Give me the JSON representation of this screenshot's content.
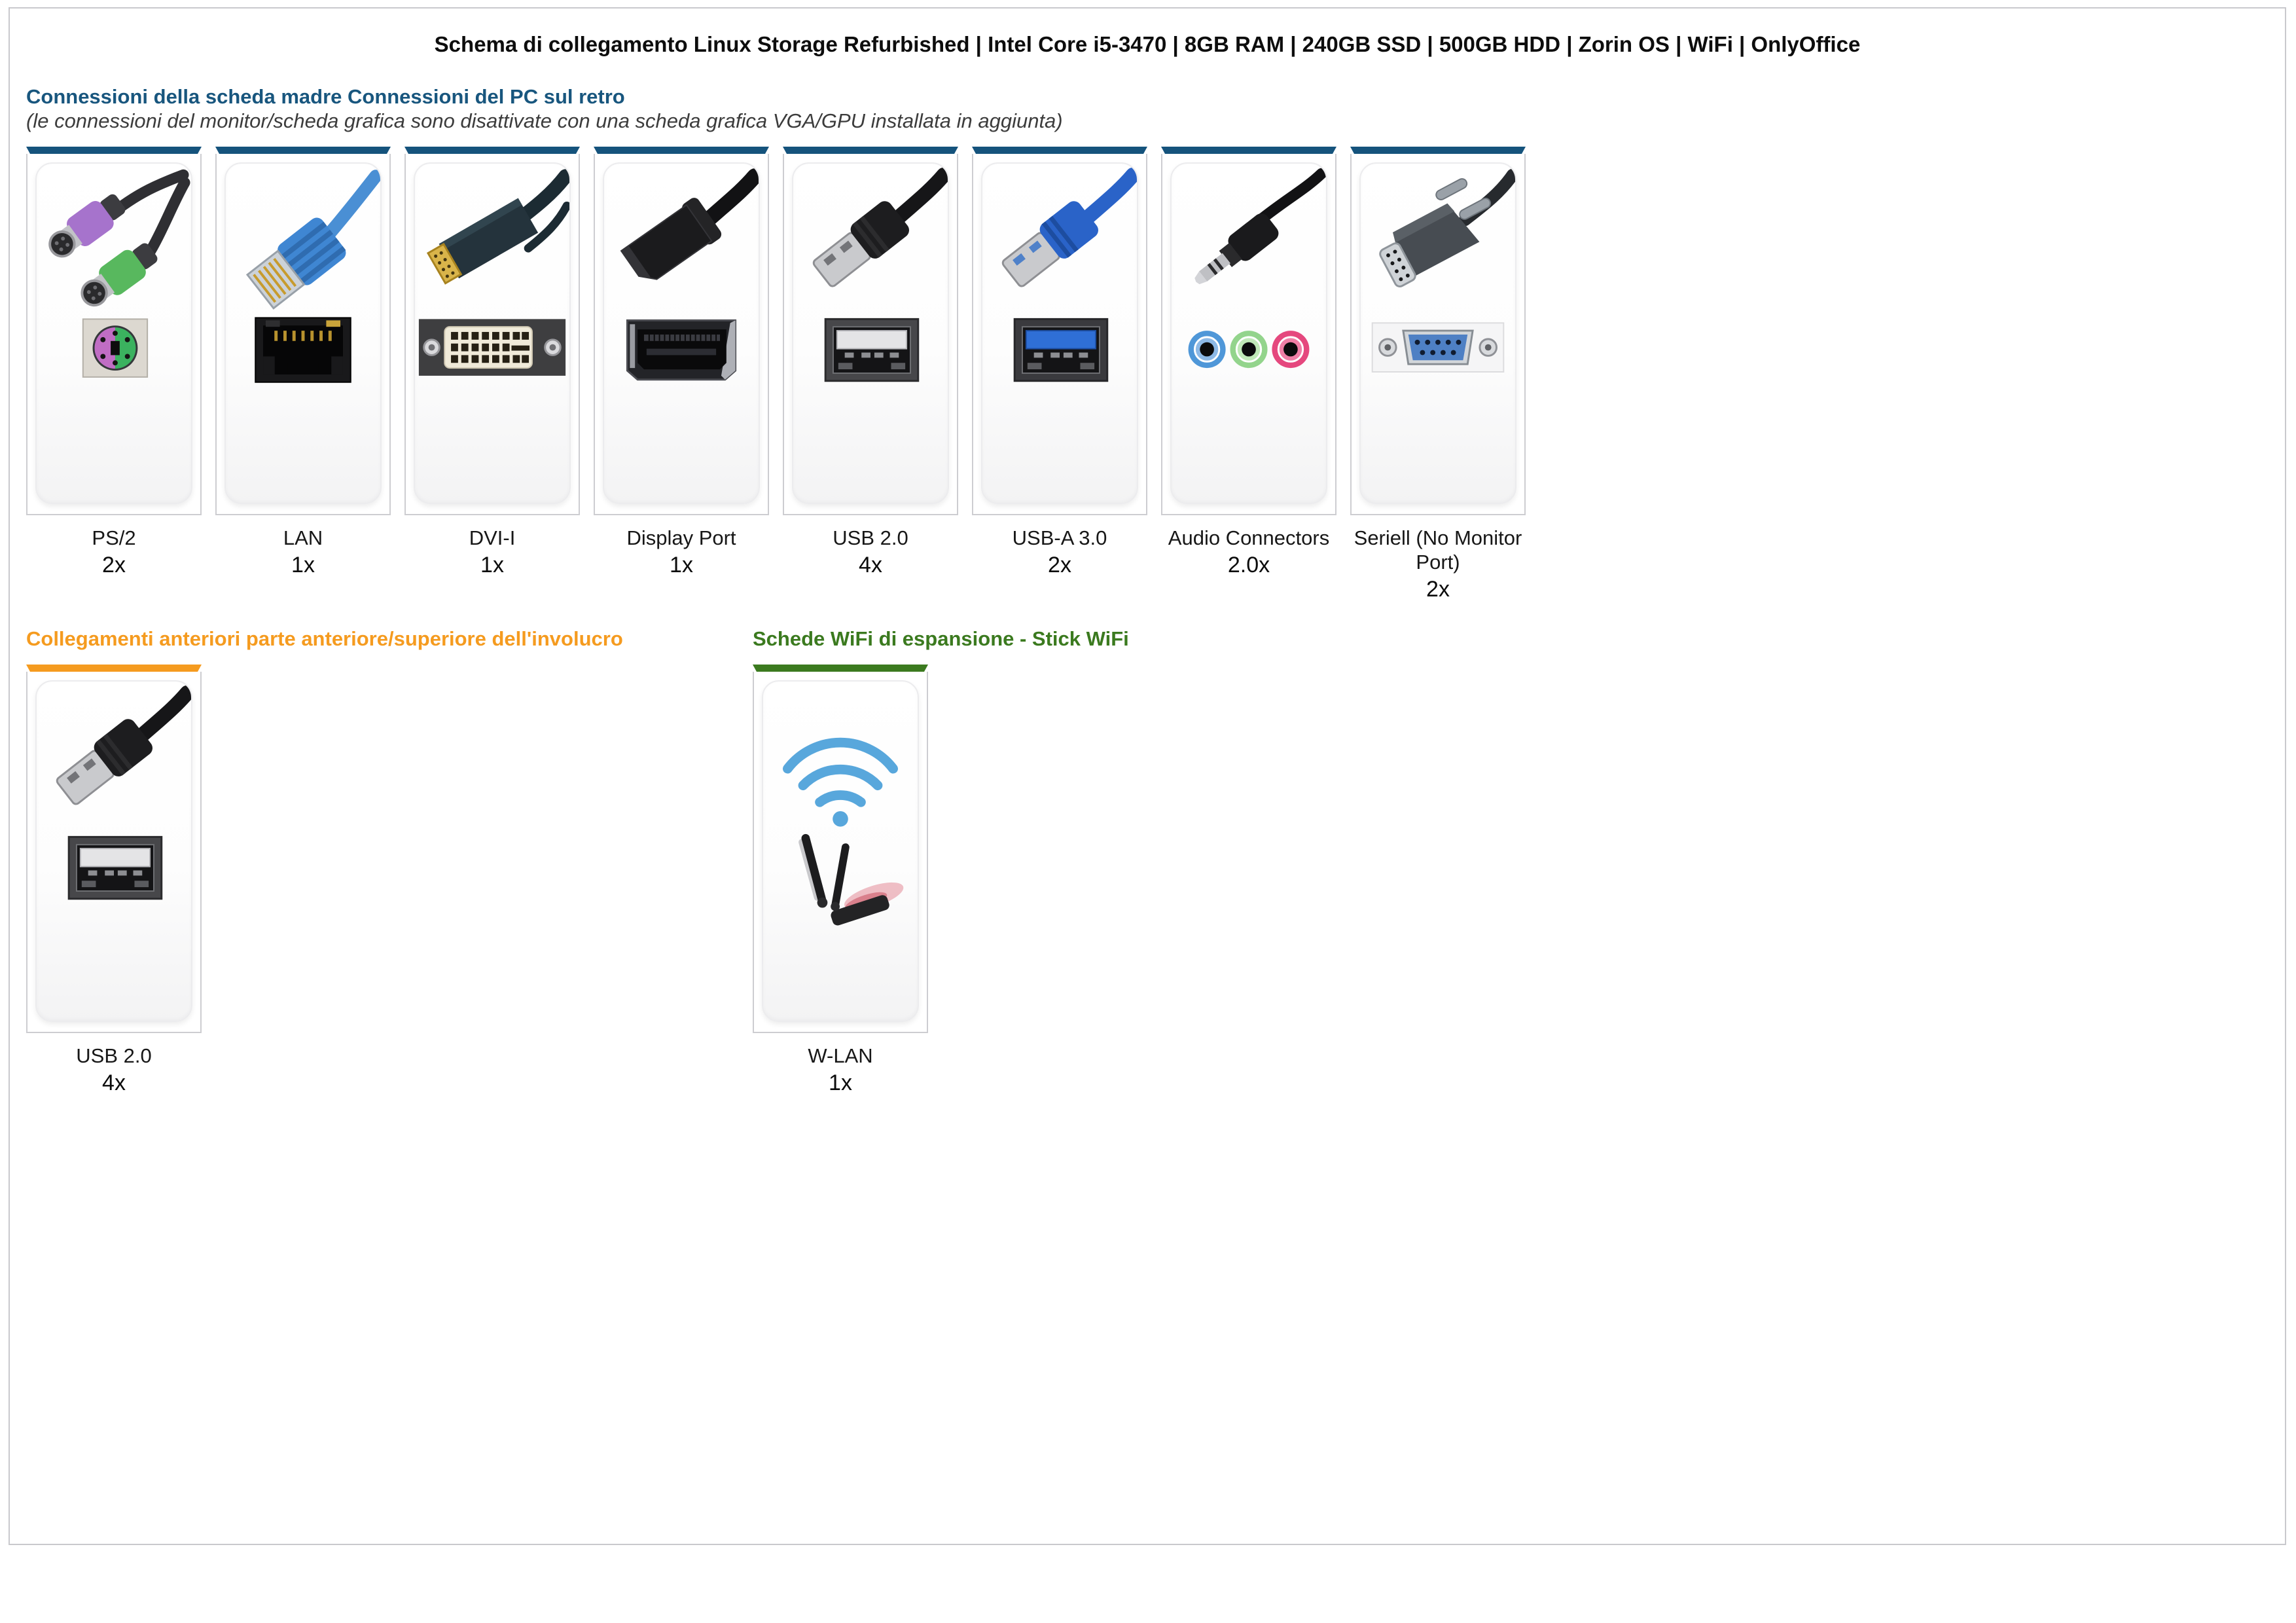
{
  "page": {
    "title": "Schema di collegamento Linux Storage Refurbished | Intel Core i5-3470 | 8GB RAM | 240GB SSD | 500GB HDD | Zorin OS | WiFi | OnlyOffice"
  },
  "colors": {
    "rear_accent": "#15537c",
    "front_accent": "#f59b1f",
    "wifi_accent": "#3b7a1f",
    "note_text": "#3c3c3c",
    "card_border": "#cdcdd1",
    "audio_jack_blue": "#4f97d8",
    "audio_jack_green": "#93d48c",
    "audio_jack_pink": "#e5487e",
    "wifi_icon_blue": "#58a7dc"
  },
  "sections": {
    "rear": {
      "heading": "Connessioni della scheda madre Connessioni del PC sul retro",
      "note": "(le connessioni del monitor/scheda grafica sono disattivate con una scheda grafica VGA/GPU installata in aggiunta)",
      "cards": [
        {
          "label": "PS/2",
          "count": "2x",
          "icon": "ps2-connectors-icon"
        },
        {
          "label": "LAN",
          "count": "1x",
          "icon": "lan-connector-icon"
        },
        {
          "label": "DVI-I",
          "count": "1x",
          "icon": "dvi-connector-icon"
        },
        {
          "label": "Display Port",
          "count": "1x",
          "icon": "displayport-connector-icon"
        },
        {
          "label": "USB 2.0",
          "count": "4x",
          "icon": "usb2-connector-icon"
        },
        {
          "label": "USB-A 3.0",
          "count": "2x",
          "icon": "usb3-connector-icon"
        },
        {
          "label": "Audio Connectors",
          "count": "2.0x",
          "icon": "audio-connectors-icon"
        },
        {
          "label": "Seriell (No Monitor Port)",
          "count": "2x",
          "icon": "serial-connector-icon"
        }
      ]
    },
    "front": {
      "heading": "Collegamenti anteriori parte anteriore/superiore dell'involucro",
      "cards": [
        {
          "label": "USB 2.0",
          "count": "4x",
          "icon": "usb2-connector-icon"
        }
      ]
    },
    "wifi": {
      "heading": "Schede WiFi di espansione - Stick WiFi",
      "cards": [
        {
          "label": "W-LAN",
          "count": "1x",
          "icon": "wlan-stick-icon"
        }
      ]
    }
  }
}
